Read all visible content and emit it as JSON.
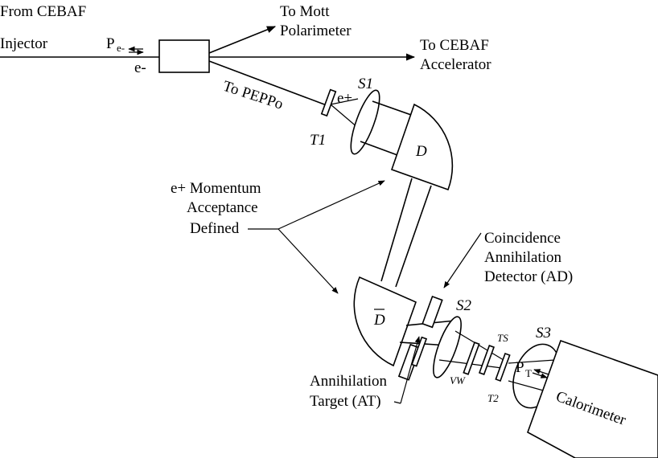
{
  "labels": {
    "from_cebaf": [
      "From CEBAF",
      "Injector"
    ],
    "pol_e": "P",
    "pol_e_sub": "e-",
    "electron": "e-",
    "to_mott": [
      "To Mott",
      "Polarimeter"
    ],
    "to_cebaf_acc": [
      "To CEBAF",
      "Accelerator"
    ],
    "to_peppo": "To PEPPo",
    "positron": "e+",
    "s1": "S1",
    "t1": "T1",
    "dipole1": "D",
    "momentum_note": [
      "e+ Momentum",
      "Acceptance",
      "Defined"
    ],
    "coincidence": [
      "Coincidence",
      "Annihilation",
      "Detector (AD)"
    ],
    "dipole2": "D",
    "s2": "S2",
    "ts": "TS",
    "s3": "S3",
    "vw": "VW",
    "t2": "T2",
    "pol_t": "P",
    "pol_t_sub": "T",
    "annihilation_target": [
      "Annihilation",
      "Target (AT)"
    ],
    "calorimeter": "Calorimeter"
  }
}
